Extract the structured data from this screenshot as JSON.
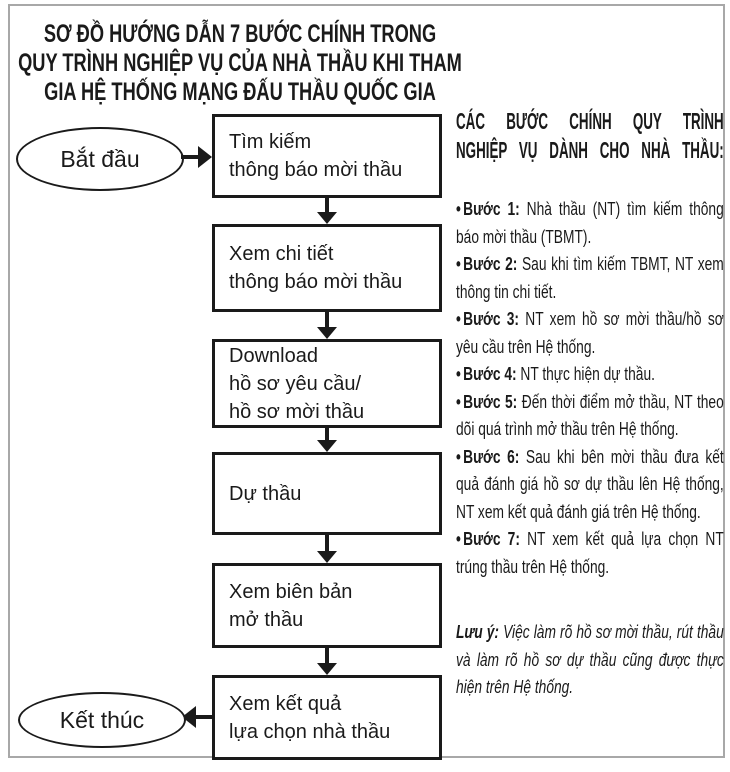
{
  "colors": {
    "ink": "#1a1a1a",
    "frame_gray": "#a8a8a8",
    "background": "#ffffff"
  },
  "title": {
    "text": "SƠ ĐỒ HƯỚNG DẪN 7 BƯỚC CHÍNH TRONG\nQUY TRÌNH NGHIỆP VỤ CỦA NHÀ THẦU KHI THAM\nGIA HỆ THỐNG MẠNG ĐẤU THẦU QUỐC GIA"
  },
  "flowchart": {
    "start_label": "Bắt đầu",
    "end_label": "Kết thúc",
    "steps": [
      {
        "label": "Tìm kiếm\nthông báo mời thầu"
      },
      {
        "label": "Xem chi tiết\nthông báo mời thầu"
      },
      {
        "label": "Download\nhồ sơ yêu cầu/\nhồ sơ mời thầu"
      },
      {
        "label": "Dự thầu"
      },
      {
        "label": "Xem biên bản\nmở thầu"
      },
      {
        "label": "Xem kết quả\nlựa chọn nhà thầu"
      }
    ]
  },
  "right_panel": {
    "heading_lines": [
      "CÁC BƯỚC CHÍNH QUY TRÌNH",
      "NGHIỆP VỤ DÀNH CHO NHÀ THẦU:"
    ],
    "bullet": "•",
    "steps": [
      {
        "label": "Bước 1:",
        "text": " Nhà thầu (NT) tìm kiếm thông báo mời thầu (TBMT)."
      },
      {
        "label": "Bước 2:",
        "text": " Sau khi tìm kiếm TBMT, NT xem thông tin chi tiết."
      },
      {
        "label": "Bước 3:",
        "text": " NT xem hồ sơ mời thầu/hồ sơ yêu cầu trên Hệ thống."
      },
      {
        "label": "Bước 4:",
        "text": " NT thực hiện dự thầu."
      },
      {
        "label": "Bước 5:",
        "text": " Đến thời điểm mở thầu, NT theo dõi quá trình mở thầu trên Hệ thống."
      },
      {
        "label": "Bước 6:",
        "text": " Sau khi bên mời thầu đưa kết quả đánh giá hồ sơ dự thầu lên Hệ thống, NT xem kết quả đánh giá trên Hệ thống."
      },
      {
        "label": "Bước 7:",
        "text": " NT xem kết quả lựa chọn NT trúng thầu trên Hệ thống."
      }
    ],
    "note": {
      "label": "Lưu ý:",
      "text": " Việc làm rõ hồ sơ mời thầu, rút thầu và làm rõ hồ sơ dự thầu cũng được thực hiện trên Hệ thống."
    }
  }
}
